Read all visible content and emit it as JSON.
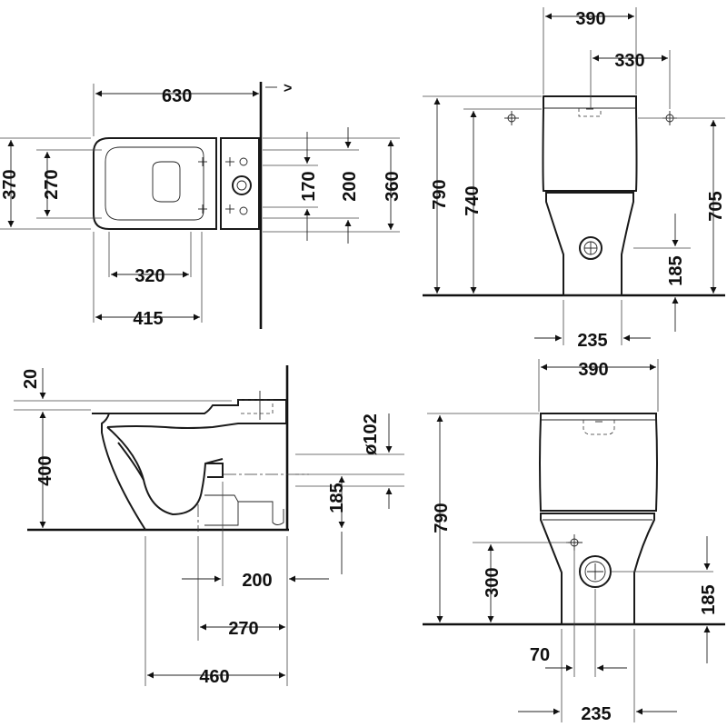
{
  "plan_view": {
    "dim_width": "630",
    "dim_depth": "370",
    "dim_inner_depth": "270",
    "dim_320": "320",
    "dim_415": "415",
    "dim_170": "170",
    "dim_200": "200",
    "dim_360": "360",
    "wall_mark": ">"
  },
  "side_view": {
    "dim_20": "20",
    "dim_400": "400",
    "dim_outlet_diameter": "ø102",
    "dim_185": "185",
    "dim_200": "200",
    "dim_270": "270",
    "dim_460": "460"
  },
  "front_view_top": {
    "dim_390": "390",
    "dim_330": "330",
    "dim_790": "790",
    "dim_740": "740",
    "dim_705": "705",
    "dim_185": "185",
    "dim_235": "235"
  },
  "front_view_bottom": {
    "dim_390": "390",
    "dim_790": "790",
    "dim_300": "300",
    "dim_185": "185",
    "dim_70": "70",
    "dim_235": "235"
  }
}
